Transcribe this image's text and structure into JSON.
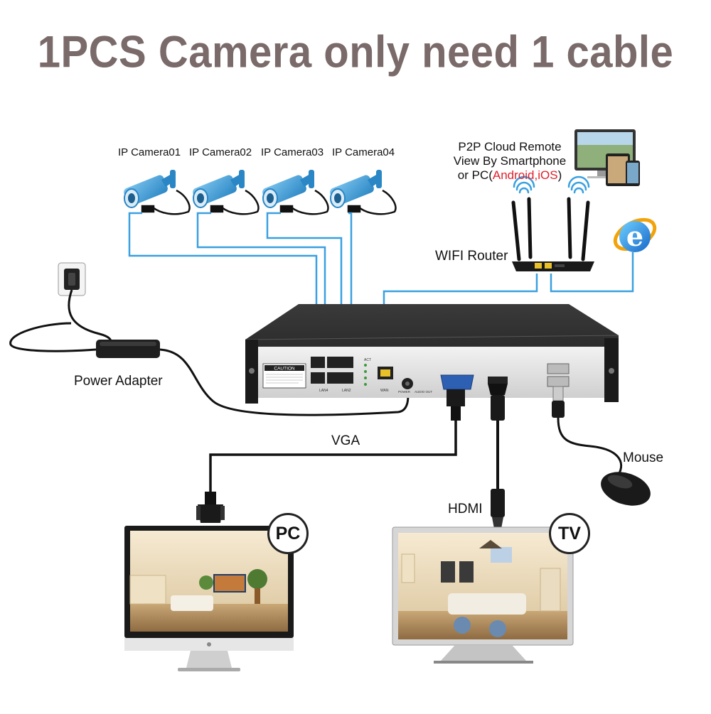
{
  "title": "1PCS Camera only need 1 cable",
  "cameras": [
    {
      "label": "IP Camera01"
    },
    {
      "label": "IP Camera02"
    },
    {
      "label": "IP Camera03"
    },
    {
      "label": "IP Camera04"
    }
  ],
  "p2p": {
    "line1": "P2P Cloud Remote",
    "line2": "View By Smartphone",
    "line3_prefix": "or PC(",
    "line3_highlight": "Android,iOS",
    "line3_suffix": ")"
  },
  "router_label": "WIFI Router",
  "power_label": "Power Adapter",
  "vga_label": "VGA",
  "hdmi_label": "HDMI",
  "mouse_label": "Mouse",
  "pc_badge": "PC",
  "tv_badge": "TV",
  "nvr": {
    "caution": "CAUTION",
    "port_lan4": "LAN4",
    "port_lan2": "LAN2",
    "port_wan": "WAN",
    "port_power": "POWER",
    "port_audio": "AUDIO OUT",
    "act": "ACT"
  },
  "colors": {
    "title": "#7a6a6a",
    "network_cable": "#3aa0e0",
    "camera_body": "#4aa6dc",
    "nvr_body": "#2a2a2a",
    "highlight": "#e0202a"
  },
  "icons": [
    "ip-camera-icon",
    "router-icon",
    "internet-explorer-icon",
    "wifi-signal-icon",
    "power-plug-icon",
    "power-adapter-icon",
    "vga-connector-icon",
    "hdmi-connector-icon",
    "usb-connector-icon",
    "mouse-icon",
    "monitor-icon",
    "tv-icon"
  ]
}
